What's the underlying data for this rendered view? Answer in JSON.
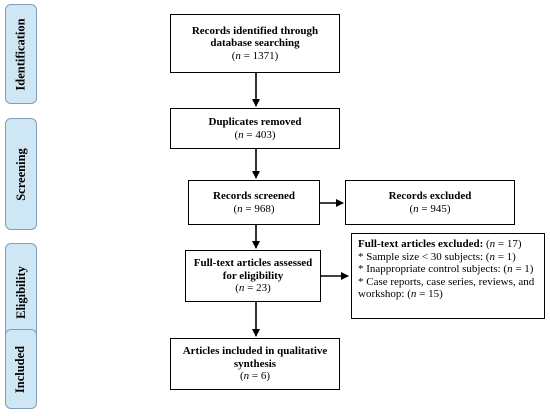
{
  "phases": [
    "Identification",
    "Screening",
    "Eligibility",
    "Included"
  ],
  "boxes": {
    "identified": {
      "title_1": "Records identified through",
      "title_2": "database searching",
      "n_prefix": "n",
      "n_value": " = 1371)"
    },
    "duplicates": {
      "title_1": "Duplicates removed",
      "n_prefix": "n",
      "n_value": " = 403)"
    },
    "screened": {
      "title_1": "Records screened",
      "n_prefix": "n",
      "n_value": " = 968)"
    },
    "excluded": {
      "title_1": "Records excluded",
      "n_prefix": "n",
      "n_value": " = 945)"
    },
    "fulltext": {
      "title_1": "Full-text articles assessed",
      "title_2": "for eligibility",
      "n_prefix": "n",
      "n_value": " = 23)"
    },
    "included": {
      "title_1": "Articles included in qualitative",
      "title_2": "synthesis",
      "n_prefix": "n",
      "n_value": " = 6)"
    }
  },
  "fulltext_excluded": {
    "heading": "Full-text articles excluded:",
    "heading_n": "n",
    "heading_value": " = 17)",
    "reasons": [
      {
        "text": "* Sample size < 30 subjects: (",
        "n": "n",
        "value": " = 1)"
      },
      {
        "text": "* Inappropriate control subjects: (",
        "n": "n",
        "value": " = 1)"
      },
      {
        "text": "* Case reports, case series, reviews, and",
        "n": "",
        "value": ""
      },
      {
        "text": "workshop: (",
        "n": "n",
        "value": " = 15)"
      }
    ]
  }
}
